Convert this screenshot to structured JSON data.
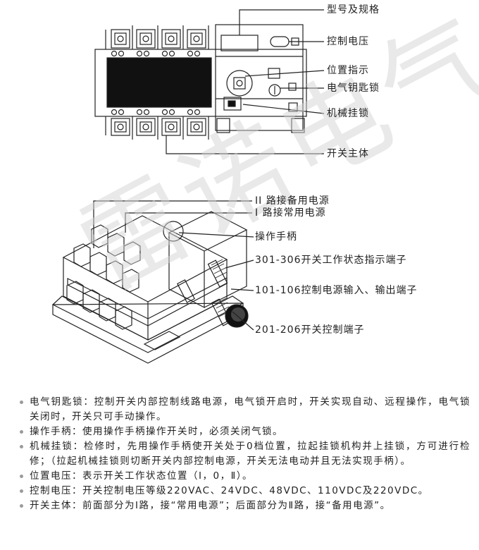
{
  "labels": {
    "model_spec": "型号及规格",
    "control_voltage": "控制电压",
    "position_indicator": "位置指示",
    "electric_key_lock": "电气钥匙锁",
    "mechanical_lock": "机械挂锁",
    "switch_body": "开关主体",
    "line2_backup": "II 路接备用电源",
    "line1_normal": "I 路接常用电源",
    "operating_handle": "操作手柄",
    "terminal_301_306": "301-306开关工作状态指示端子",
    "terminal_101_106": "101-106控制电源输入、输出端子",
    "terminal_201_206": "201-206开关控制端子"
  },
  "watermark": "雷诺电气",
  "notes": [
    "电气钥匙锁：控制开关内部控制线路电源，电气锁开启时，开关实现自动、远程操作，电气锁关闭时，开关只可手动操作。",
    "操作手柄：使用操作手柄操作开关时，必须关闭气锁。",
    "机械挂锁：检修时，先用操作手柄使开关处于0档位置，拉起挂锁机构并上挂锁，方可进行检修；（拉起机械挂锁则切断开关内部控制电源，开关无法电动并且无法实现手柄）。",
    "位置电压：表示开关工作状态位置（Ⅰ，0，Ⅱ）。",
    "控制电压：开关控制电压等级220VAC、24VDC、48VDC、110VDC及220VDC。",
    "开关主体：前面部分为Ⅰ路，接“常用电源”；后面部分为Ⅱ路，接“备用电源”。"
  ]
}
